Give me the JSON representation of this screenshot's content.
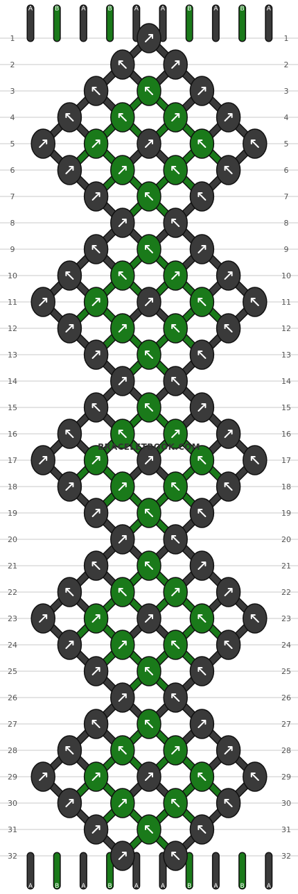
{
  "watermark": "BRACELETBOOK.COM",
  "colors": {
    "A": "#3a3a3a",
    "B": "#1a7a1a",
    "grid": "#c8c8c8",
    "background": "#ffffff"
  },
  "strings": {
    "top": [
      "A",
      "B",
      "A",
      "B",
      "A",
      "A",
      "B",
      "A",
      "B",
      "A"
    ],
    "bottom": [
      "A",
      "B",
      "A",
      "B",
      "A",
      "A",
      "B",
      "A",
      "B",
      "A"
    ]
  },
  "rows": [
    "1",
    "2",
    "3",
    "4",
    "5",
    "6",
    "7",
    "8",
    "9",
    "10",
    "11",
    "12",
    "13",
    "14",
    "15",
    "16",
    "17",
    "18",
    "19",
    "20",
    "21",
    "22",
    "23",
    "24",
    "25",
    "26",
    "27",
    "28",
    "29",
    "30",
    "31",
    "32"
  ],
  "knot_rows": [
    [
      [
        "A",
        "ne"
      ]
    ],
    [
      [
        "A",
        "nw"
      ],
      [
        "A",
        "ne"
      ]
    ],
    [
      [
        "A",
        "nw"
      ],
      [
        "B",
        "nw"
      ],
      [
        "A",
        "ne"
      ]
    ],
    [
      [
        "A",
        "nw"
      ],
      [
        "B",
        "nw"
      ],
      [
        "B",
        "ne"
      ],
      [
        "A",
        "ne"
      ]
    ],
    [
      [
        "A",
        "ne"
      ],
      [
        "B",
        "ne"
      ],
      [
        "A",
        "ne"
      ],
      [
        "B",
        "nw"
      ],
      [
        "A",
        "nw"
      ]
    ],
    [
      [
        "A",
        "ne"
      ],
      [
        "B",
        "ne"
      ],
      [
        "B",
        "nw"
      ],
      [
        "A",
        "nw"
      ]
    ],
    [
      [
        "A",
        "ne"
      ],
      [
        "B",
        "nw"
      ],
      [
        "A",
        "nw"
      ]
    ],
    [
      [
        "A",
        "ne"
      ],
      [
        "A",
        "nw"
      ]
    ],
    [
      [
        "A",
        "nw"
      ],
      [
        "B",
        "nw"
      ],
      [
        "A",
        "ne"
      ]
    ],
    [
      [
        "A",
        "nw"
      ],
      [
        "B",
        "nw"
      ],
      [
        "B",
        "ne"
      ],
      [
        "A",
        "ne"
      ]
    ],
    [
      [
        "A",
        "ne"
      ],
      [
        "B",
        "ne"
      ],
      [
        "A",
        "ne"
      ],
      [
        "B",
        "nw"
      ],
      [
        "A",
        "nw"
      ]
    ],
    [
      [
        "A",
        "ne"
      ],
      [
        "B",
        "ne"
      ],
      [
        "B",
        "nw"
      ],
      [
        "A",
        "nw"
      ]
    ],
    [
      [
        "A",
        "ne"
      ],
      [
        "B",
        "nw"
      ],
      [
        "A",
        "nw"
      ]
    ],
    [
      [
        "A",
        "ne"
      ],
      [
        "A",
        "nw"
      ]
    ],
    [
      [
        "A",
        "nw"
      ],
      [
        "B",
        "nw"
      ],
      [
        "A",
        "ne"
      ]
    ],
    [
      [
        "A",
        "nw"
      ],
      [
        "B",
        "nw"
      ],
      [
        "B",
        "ne"
      ],
      [
        "A",
        "ne"
      ]
    ],
    [
      [
        "A",
        "ne"
      ],
      [
        "B",
        "ne"
      ],
      [
        "A",
        "ne"
      ],
      [
        "B",
        "nw"
      ],
      [
        "A",
        "nw"
      ]
    ],
    [
      [
        "A",
        "ne"
      ],
      [
        "B",
        "ne"
      ],
      [
        "B",
        "nw"
      ],
      [
        "A",
        "nw"
      ]
    ],
    [
      [
        "A",
        "ne"
      ],
      [
        "B",
        "nw"
      ],
      [
        "A",
        "nw"
      ]
    ],
    [
      [
        "A",
        "ne"
      ],
      [
        "A",
        "nw"
      ]
    ],
    [
      [
        "A",
        "nw"
      ],
      [
        "B",
        "nw"
      ],
      [
        "A",
        "ne"
      ]
    ],
    [
      [
        "A",
        "nw"
      ],
      [
        "B",
        "nw"
      ],
      [
        "B",
        "ne"
      ],
      [
        "A",
        "ne"
      ]
    ],
    [
      [
        "A",
        "ne"
      ],
      [
        "B",
        "ne"
      ],
      [
        "A",
        "ne"
      ],
      [
        "B",
        "nw"
      ],
      [
        "A",
        "nw"
      ]
    ],
    [
      [
        "A",
        "ne"
      ],
      [
        "B",
        "ne"
      ],
      [
        "B",
        "nw"
      ],
      [
        "A",
        "nw"
      ]
    ],
    [
      [
        "A",
        "ne"
      ],
      [
        "B",
        "nw"
      ],
      [
        "A",
        "nw"
      ]
    ],
    [
      [
        "A",
        "ne"
      ],
      [
        "A",
        "nw"
      ]
    ],
    [
      [
        "A",
        "nw"
      ],
      [
        "B",
        "nw"
      ],
      [
        "A",
        "ne"
      ]
    ],
    [
      [
        "A",
        "nw"
      ],
      [
        "B",
        "nw"
      ],
      [
        "B",
        "ne"
      ],
      [
        "A",
        "ne"
      ]
    ],
    [
      [
        "A",
        "ne"
      ],
      [
        "B",
        "ne"
      ],
      [
        "A",
        "ne"
      ],
      [
        "B",
        "nw"
      ],
      [
        "A",
        "nw"
      ]
    ],
    [
      [
        "A",
        "ne"
      ],
      [
        "B",
        "ne"
      ],
      [
        "B",
        "nw"
      ],
      [
        "A",
        "nw"
      ]
    ],
    [
      [
        "A",
        "ne"
      ],
      [
        "B",
        "nw"
      ],
      [
        "A",
        "nw"
      ]
    ],
    [
      [
        "A",
        "ne"
      ],
      [
        "A",
        "nw"
      ]
    ]
  ]
}
